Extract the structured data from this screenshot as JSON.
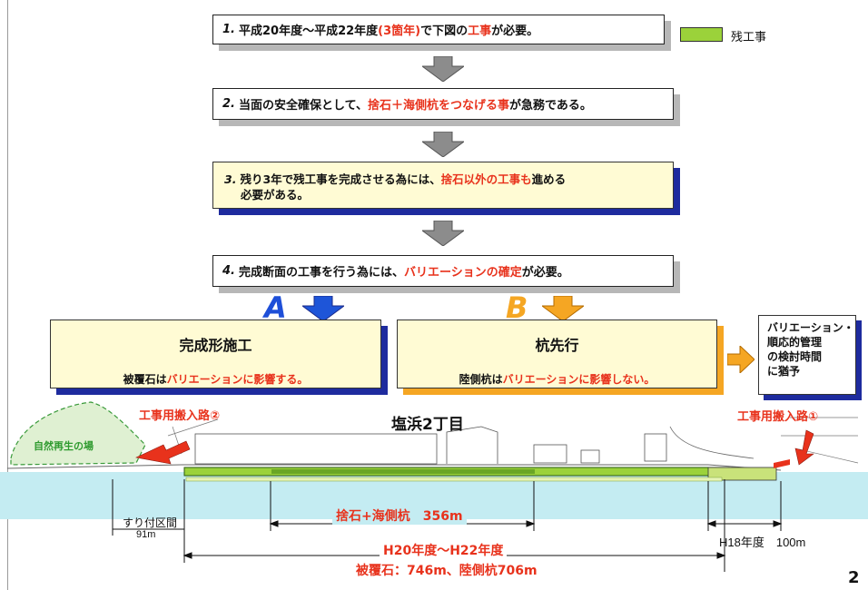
{
  "legend": {
    "label": "残工事",
    "color": "#9bd23a"
  },
  "steps": {
    "s1": {
      "num": "1.",
      "t1": "平成20年度～平成22年度",
      "t2": "(3箇年)",
      "t3": "で下図の",
      "t4": "工事",
      "t5": "が必要。"
    },
    "s2": {
      "num": "2.",
      "t1": "当面の安全確保として、",
      "t2": "捨石＋海側杭をつなげる事",
      "t3": "が急務である。"
    },
    "s3": {
      "num": "3.",
      "t1": "残り3年で残工事を完成させる為には、",
      "t2": "捨石以外の工事も",
      "t3": "進める",
      "t4": "必要がある。"
    },
    "s4": {
      "num": "4.",
      "t1": "完成断面の工事を行う為には、",
      "t2": "バリエーションの確定",
      "t3": "が必要。"
    }
  },
  "options": {
    "a": {
      "letter": "A",
      "title": "完成形施工",
      "sub1": "被覆石は",
      "sub2": "バリエーションに影響する。"
    },
    "b": {
      "letter": "B",
      "title": "杭先行",
      "sub1": "陸側杭は",
      "sub2": "バリエーションに影響しない。"
    }
  },
  "note": {
    "l1": "バリエーション・",
    "l2": "順応的管理",
    "l3": "の検討時間",
    "l4": "に猶予"
  },
  "map": {
    "nature_area": "自然再生の場",
    "route2": "工事用搬入路②",
    "route1": "工事用搬入路①",
    "district": "塩浜2丁目",
    "suritsuke": "すり付区間",
    "suritsuke_len": "91m",
    "stone_pile": "捨石+海側杭　356m",
    "h18": "H18年度　100m",
    "period": "H20年度～H22年度",
    "summary": "被覆石：746m、陸側杭706m"
  },
  "page_number": "2",
  "colors": {
    "accent_red": "#e8321c",
    "blue": "#1e2b9e",
    "orange": "#f5a623",
    "sea": "#c4ecf2",
    "green": "#9bd23a"
  }
}
